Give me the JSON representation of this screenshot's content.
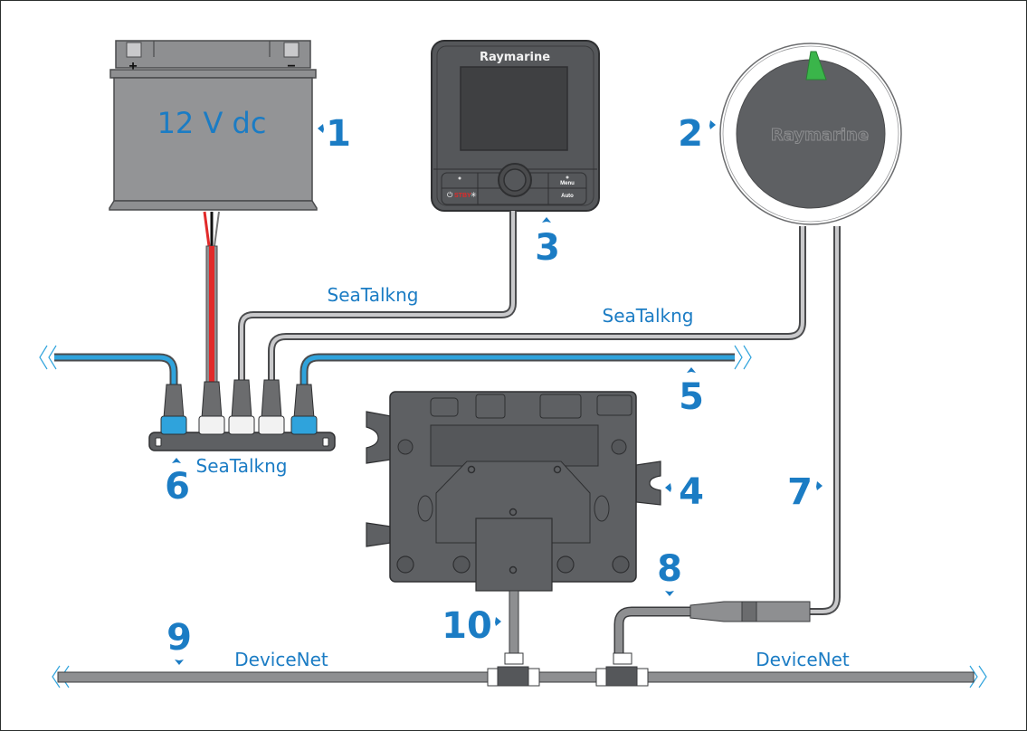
{
  "diagram": {
    "title": "Autopilot system connection diagram",
    "colors": {
      "callout": "#1b7cc4",
      "seatalk_cable": "#2fa3dc",
      "cable_gray": "#8e8f91",
      "device_dark": "#55575a",
      "power_red": "#e12a2a",
      "pointer_green": "#3ab54a"
    },
    "components": {
      "battery": {
        "label": "12 V dc",
        "plus": "+",
        "minus": "−",
        "callout": "1"
      },
      "sensor": {
        "brand": "Raymarine",
        "callout": "2"
      },
      "controller": {
        "brand": "Raymarine",
        "stby": "STBY",
        "menu": "Menu",
        "auto": "Auto",
        "callout": "3"
      },
      "acu": {
        "callout": "4"
      },
      "backbone": {
        "callout": "5"
      },
      "connector_block": {
        "label": "SeaTalkng",
        "callout": "6"
      },
      "sensor_cable": {
        "callout": "7"
      },
      "devicenet_adaptor": {
        "callout": "8"
      },
      "devicenet_backbone": {
        "callout": "9"
      },
      "devicenet_spur": {
        "callout": "10"
      }
    },
    "cable_labels": {
      "seatalk_controller": "SeaTalkng",
      "seatalk_sensor": "SeaTalkng",
      "devicenet_left": "DeviceNet",
      "devicenet_right": "DeviceNet"
    }
  }
}
